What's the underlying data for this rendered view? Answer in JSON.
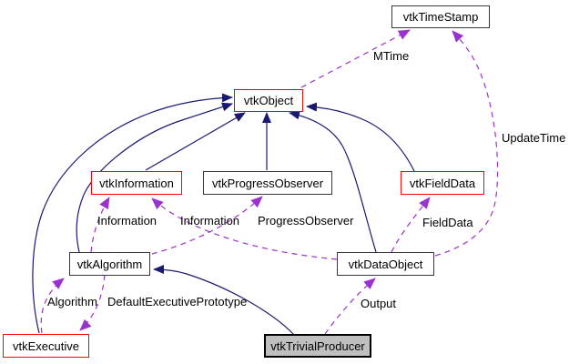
{
  "diagram": {
    "kind": "collaboration-graph",
    "main_class": "vtkTrivialProducer",
    "colors": {
      "inheritance_edge": "#191970",
      "usage_edge": "#9a32cd",
      "highlight_border": "#ff0000",
      "node_border": "#383838",
      "main_node_border": "#000000",
      "main_node_fill": "#bfbfbf",
      "node_fill": "#ffffff",
      "label_text": "#000000"
    },
    "nodes": [
      {
        "label": "vtkTimeStamp"
      },
      {
        "label": "vtkObject"
      },
      {
        "label": "vtkInformation"
      },
      {
        "label": "vtkProgressObserver"
      },
      {
        "label": "vtkFieldData"
      },
      {
        "label": "vtkAlgorithm"
      },
      {
        "label": "vtkDataObject"
      },
      {
        "label": "vtkExecutive"
      },
      {
        "label": "vtkTrivialProducer"
      }
    ],
    "edges": [
      {
        "from": "vtkInformation",
        "to": "vtkObject",
        "type": "inheritance",
        "label": ""
      },
      {
        "from": "vtkProgressObserver",
        "to": "vtkObject",
        "type": "inheritance",
        "label": ""
      },
      {
        "from": "vtkFieldData",
        "to": "vtkObject",
        "type": "inheritance",
        "label": ""
      },
      {
        "from": "vtkDataObject",
        "to": "vtkObject",
        "type": "inheritance",
        "label": ""
      },
      {
        "from": "vtkAlgorithm",
        "to": "vtkObject",
        "type": "inheritance",
        "label": ""
      },
      {
        "from": "vtkExecutive",
        "to": "vtkObject",
        "type": "inheritance",
        "label": ""
      },
      {
        "from": "vtkTrivialProducer",
        "to": "vtkAlgorithm",
        "type": "inheritance",
        "label": ""
      },
      {
        "from": "vtkObject",
        "to": "vtkTimeStamp",
        "type": "usage",
        "label": "MTime"
      },
      {
        "from": "vtkDataObject",
        "to": "vtkTimeStamp",
        "type": "usage",
        "label": "UpdateTime"
      },
      {
        "from": "vtkAlgorithm",
        "to": "vtkInformation",
        "type": "usage",
        "label": "Information"
      },
      {
        "from": "vtkDataObject",
        "to": "vtkInformation",
        "type": "usage",
        "label": "Information"
      },
      {
        "from": "vtkAlgorithm",
        "to": "vtkProgressObserver",
        "type": "usage",
        "label": "ProgressObserver"
      },
      {
        "from": "vtkDataObject",
        "to": "vtkFieldData",
        "type": "usage",
        "label": "FieldData"
      },
      {
        "from": "vtkExecutive",
        "to": "vtkAlgorithm",
        "type": "usage",
        "label": "Algorithm"
      },
      {
        "from": "vtkAlgorithm",
        "to": "vtkExecutive",
        "type": "usage",
        "label": "DefaultExecutivePrototype"
      },
      {
        "from": "vtkTrivialProducer",
        "to": "vtkDataObject",
        "type": "usage",
        "label": "Output"
      }
    ]
  }
}
